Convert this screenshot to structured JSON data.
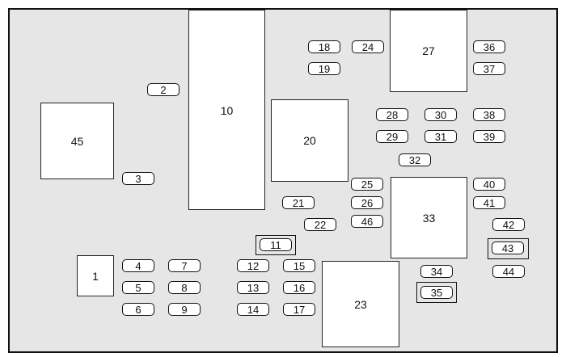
{
  "relays": {
    "r45": "45",
    "r10": "10",
    "r20": "20",
    "r27": "27",
    "r33": "33",
    "r23": "23",
    "r1": "1"
  },
  "fuses": {
    "f2": "2",
    "f3": "3",
    "f4": "4",
    "f5": "5",
    "f6": "6",
    "f7": "7",
    "f8": "8",
    "f9": "9",
    "f11": "11",
    "f12": "12",
    "f13": "13",
    "f14": "14",
    "f15": "15",
    "f16": "16",
    "f17": "17",
    "f18": "18",
    "f19": "19",
    "f21": "21",
    "f22": "22",
    "f24": "24",
    "f25": "25",
    "f26": "26",
    "f28": "28",
    "f29": "29",
    "f30": "30",
    "f31": "31",
    "f32": "32",
    "f34": "34",
    "f35": "35",
    "f36": "36",
    "f37": "37",
    "f38": "38",
    "f39": "39",
    "f40": "40",
    "f41": "41",
    "f42": "42",
    "f43": "43",
    "f44": "44",
    "f46": "46"
  }
}
